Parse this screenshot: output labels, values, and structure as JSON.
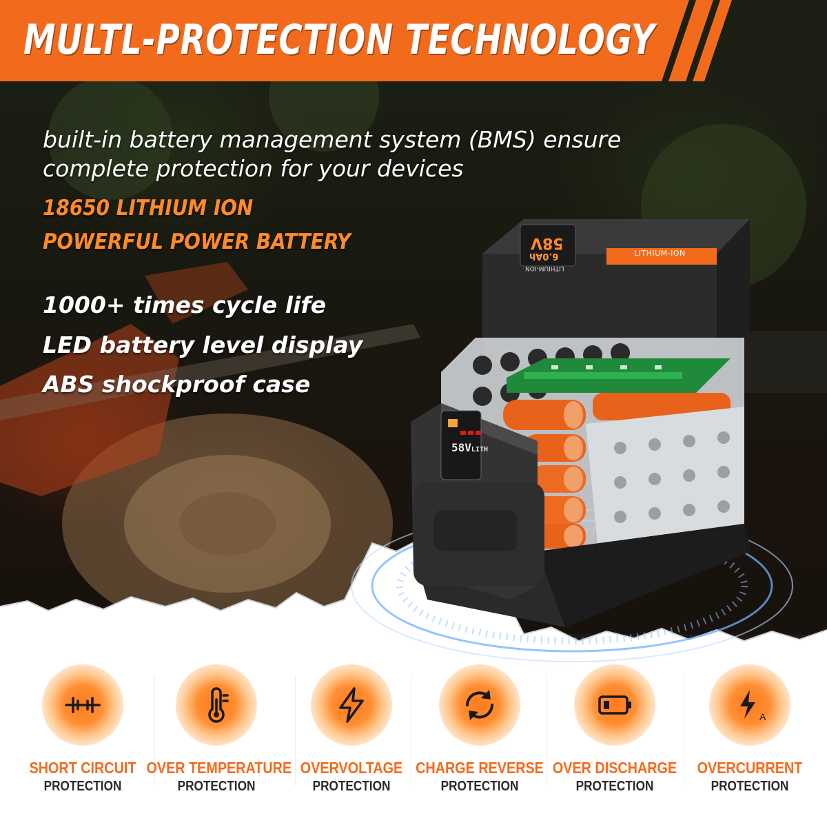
{
  "banner": {
    "title": "MULTL-PROTECTION TECHNOLOGY",
    "color": "#f26b1d"
  },
  "intro": {
    "line1": "built-in battery management system (BMS) ensure",
    "line2": "complete protection for your devices"
  },
  "highlight": {
    "line1": "18650 LITHIUM ION",
    "line2": "POWERFUL POWER BATTERY",
    "color": "#ff8a2a"
  },
  "features": [
    "1000+ times cycle life",
    "LED battery level display",
    "ABS shockproof case"
  ],
  "battery": {
    "voltage": "58V",
    "capacity": "6.0Ah",
    "type_label": "LITHIUM-ION",
    "strip_label": "LITHIUM-ION",
    "front_label": "58V",
    "front_label_suffix": "LITH"
  },
  "protections": [
    {
      "label": "SHORT CIRCUIT",
      "sub": "PROTECTION",
      "icon": "short-circuit-icon"
    },
    {
      "label": "OVER TEMPERATURE",
      "sub": "PROTECTION",
      "icon": "thermometer-icon"
    },
    {
      "label": "OVERVOLTAGE",
      "sub": "PROTECTION",
      "icon": "lightning-bolt-icon"
    },
    {
      "label": "CHARGE REVERSE",
      "sub": "PROTECTION",
      "icon": "reverse-arrows-icon"
    },
    {
      "label": "OVER DISCHARGE",
      "sub": "PROTECTION",
      "icon": "battery-low-icon"
    },
    {
      "label": "OVERCURRENT",
      "sub": "PROTECTION",
      "icon": "current-bolt-icon"
    }
  ],
  "overcurrent_symbol": "A",
  "colors": {
    "accent": "#f26b1d",
    "cell_orange": "#e8621c",
    "text_dark": "#2a2a2a"
  }
}
